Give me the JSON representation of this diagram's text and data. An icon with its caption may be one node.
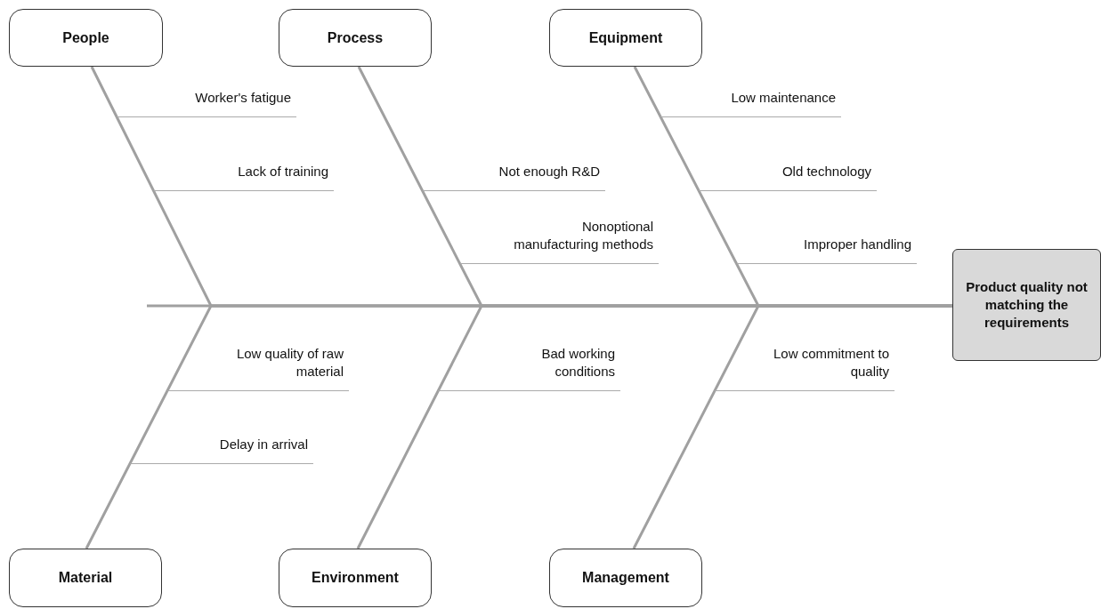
{
  "diagram": {
    "nodes": [
      {
        "text": [
          "People"
        ]
      },
      {
        "text": [
          "Process"
        ]
      },
      {
        "text": [
          "Equipment"
        ]
      },
      {
        "text": [
          "Product quality not matching the requirements"
        ]
      },
      {
        "text": [
          "Material"
        ]
      },
      {
        "text": [
          "Environment"
        ]
      },
      {
        "text": [
          "Management"
        ]
      }
    ],
    "edges": [
      {
        "from": 0,
        "to": 3,
        "arrow": "none"
      },
      {
        "from": 1,
        "to": 3,
        "arrow": "none"
      },
      {
        "from": 2,
        "to": 3,
        "arrow": "none"
      },
      {
        "from": 4,
        "to": 3,
        "arrow": "none"
      },
      {
        "from": 5,
        "to": 3,
        "arrow": "none"
      },
      {
        "from": 6,
        "to": 3,
        "arrow": "none"
      },
      {
        "from": null,
        "to": 3,
        "arrow": "none"
      }
    ],
    "labels": [
      "Worker's fatigue",
      "Low maintenance",
      "Lack of training",
      "Not enough R&D",
      "Old technology",
      "Nonoptional manufacturing methods",
      "Improper handling",
      "Low quality of raw material",
      "Bad working conditions",
      "Low commitment to quality",
      "Delay in arrival"
    ]
  }
}
